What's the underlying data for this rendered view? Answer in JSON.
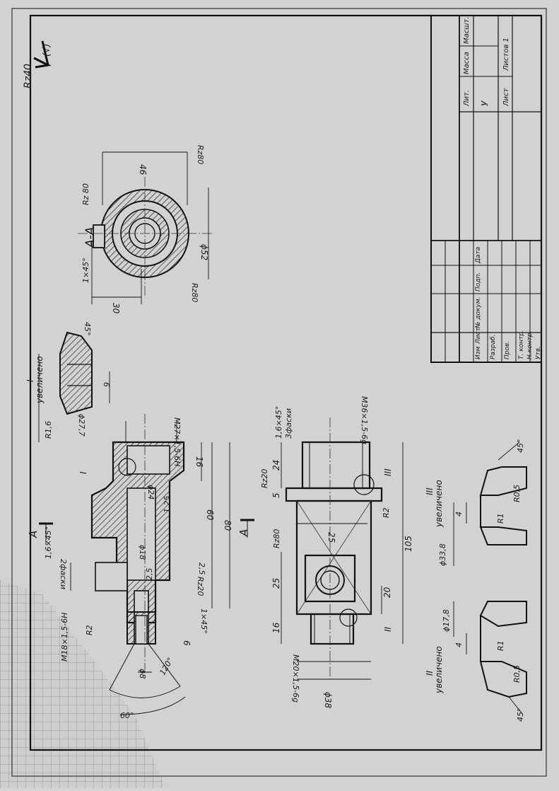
{
  "roughness_general": {
    "symbol": "Rz40",
    "paren": "(√)"
  },
  "section_aa": {
    "title": "A-A",
    "dims": {
      "width": "46",
      "diameter": "ϕ52",
      "offset": "30",
      "chamfer": "1×45°"
    },
    "roughness": [
      "Rz 80",
      "Rz80",
      "Rz80"
    ]
  },
  "detail_i": {
    "numeral": "I",
    "caption": "увеличено",
    "dims": {
      "radius": "R1,6",
      "diameter": "ϕ27,7",
      "length": "6",
      "angle": "45°"
    }
  },
  "detail_ii": {
    "numeral": "II",
    "caption": "увеличено",
    "dims": {
      "diameter": "ϕ17,8",
      "length": "4",
      "radius_a": "R1",
      "radius_b": "R0,5",
      "angle": "45°"
    }
  },
  "detail_iii": {
    "numeral": "III",
    "caption": "увеличено",
    "dims": {
      "diameter": "ϕ33,8",
      "length": "4",
      "radius_a": "R1",
      "radius_b": "R0,5",
      "angle": "45°"
    }
  },
  "upper_view": {
    "labels": {
      "section_letter": "A",
      "chamfer_note_1": "1,6×45°",
      "chamfer_note_2": "2фаски",
      "thread_side": "M18×1,5-6H",
      "thread_top": "M27×1,5-6H",
      "radius": "R2",
      "bore_24": "ϕ24",
      "bore_18": "ϕ18",
      "bore_8": "ϕ8",
      "cone_angle": "120°",
      "cone_60": "60°",
      "d16": "16",
      "d60": "60",
      "d80": "80",
      "d6": "6",
      "d125": "1,25",
      "d25a": "2,5",
      "d25b": "2,5",
      "rz20": "Rz20",
      "chamfer": "1×45°",
      "detail_ref": "I"
    }
  },
  "lower_view": {
    "labels": {
      "section_letter": "A",
      "chamfer_note_1": "1,6×45°",
      "chamfer_note_2": "3фаски",
      "thread_top": "M36×1,5-6g",
      "thread_bottom": "M20×1,5-6g",
      "rz20": "Rz20",
      "rz80": "Rz80",
      "d24": "24",
      "d5": "5",
      "d25_side": "25",
      "d25_center": "25",
      "d20": "20",
      "d16": "16",
      "d105": "105",
      "d38": "ϕ38",
      "radius": "R2",
      "ref_ii": "II",
      "ref_iii": "III"
    }
  },
  "title_block": {
    "headers": [
      "Лит.",
      "Масса",
      "Масшт."
    ],
    "letter_value": "У",
    "sheet_label": "Лист",
    "sheets_label": "Листов 1",
    "rev_headers": [
      "Изм",
      "Лист",
      "№ докум.",
      "Подп.",
      "Дата"
    ],
    "roles": [
      "Разраб.",
      "Пров.",
      "Т. контр.",
      "Н.контр.",
      "Утв."
    ]
  }
}
